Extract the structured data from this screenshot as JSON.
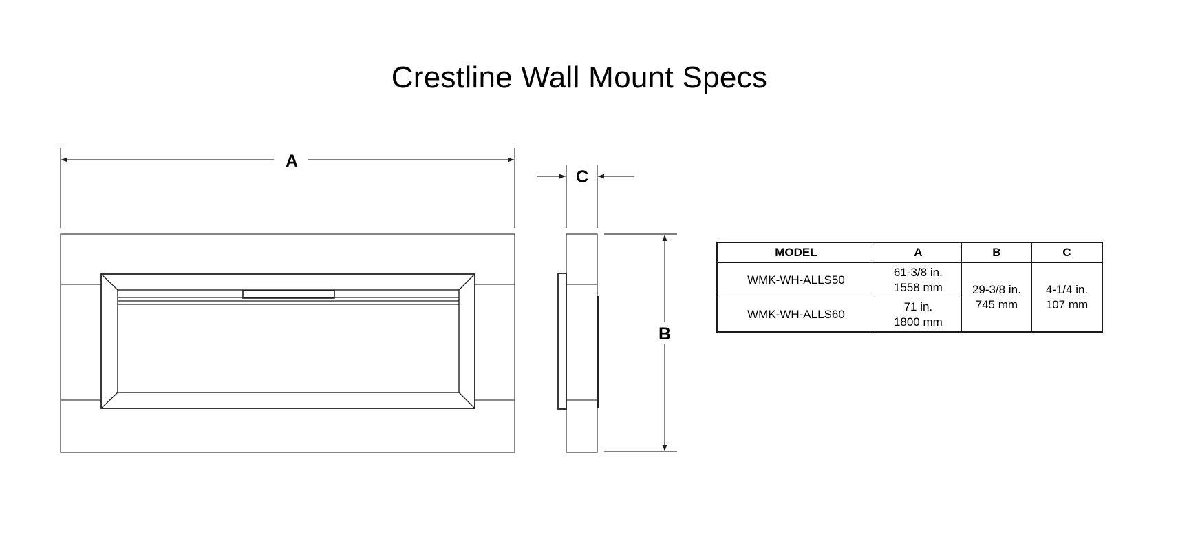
{
  "title": "Crestline Wall Mount Specs",
  "dimension_labels": {
    "a": "A",
    "b": "B",
    "c": "C"
  },
  "spec_table": {
    "headers": [
      "MODEL",
      "A",
      "B",
      "C"
    ],
    "rows": [
      {
        "model": "WMK-WH-ALLS50",
        "a_in": "61-3/8 in.",
        "a_mm": "1558 mm"
      },
      {
        "model": "WMK-WH-ALLS60",
        "a_in": "71 in.",
        "a_mm": "1800 mm"
      }
    ],
    "b_in": "29-3/8 in.",
    "b_mm": "745 mm",
    "c_in": "4-1/4 in.",
    "c_mm": "107 mm"
  }
}
